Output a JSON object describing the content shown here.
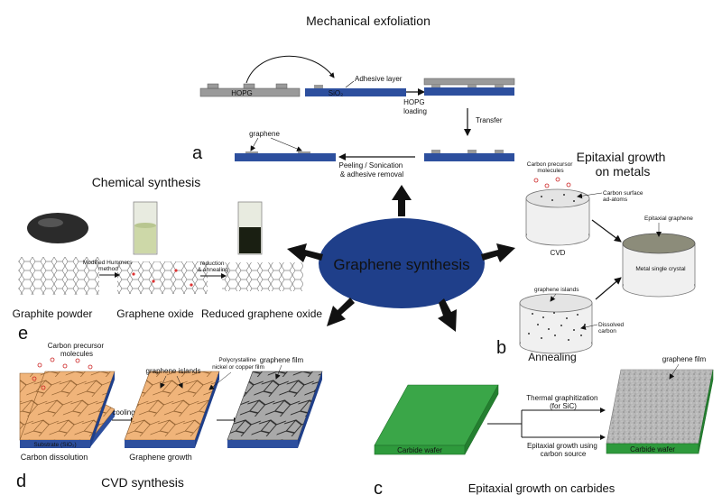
{
  "center": {
    "label": "Graphene synthesis"
  },
  "panel_letters": {
    "a": "a",
    "b": "b",
    "c": "c",
    "d": "d",
    "e": "e"
  },
  "exfoliation": {
    "title": "Mechanical exfoliation",
    "hopg": "HOPG",
    "sio2": "SiO₂",
    "adhesive_layer": "Adhesive layer",
    "hopg_loading": [
      "HOPG",
      "loading"
    ],
    "transfer": "Transfer",
    "graphene": "graphene",
    "peeling": [
      "Peeling / Sonication",
      "& adhesive removal"
    ]
  },
  "chemical": {
    "title": "Chemical synthesis",
    "modified_hummers": [
      "Modified Hummers",
      "method"
    ],
    "reduction": [
      "reduction",
      "& annealing"
    ],
    "graphite_powder": "Graphite powder",
    "graphene_oxide": "Graphene oxide",
    "reduced_graphene_oxide": "Reduced graphene oxide"
  },
  "epitaxial_metals": {
    "title": [
      "Epitaxial growth",
      "on metals"
    ],
    "carbon_precursor": [
      "Carbon precursor",
      "molecules"
    ],
    "carbon_surface": [
      "Carbon surface",
      "ad-atoms"
    ],
    "cvd": "CVD",
    "epitaxial_graphene": "Epitaxial graphene",
    "metal_single_crystal": "Metal single crystal",
    "graphene_islands": "graphene islands",
    "dissolved_carbon": [
      "Dissolved",
      "carbon"
    ],
    "annealing": "Annealing"
  },
  "cvd": {
    "title": "CVD synthesis",
    "carbon_precursor": [
      "Carbon precursor",
      "molecules"
    ],
    "graphene_islands": "graphene islands",
    "polycrystalline": [
      "Polycrystalline",
      "nickel or copper film"
    ],
    "graphene_film": "graphene film",
    "cooling": "cooling",
    "substrate": "Substrate (SiO₂)",
    "carbon_dissolution": "Carbon dissolution",
    "graphene_growth": "Graphene growth"
  },
  "carbides": {
    "title": "Epitaxial growth on carbides",
    "graphene_film": "graphene film",
    "carbide_wafer": "Carbide wafer",
    "thermal": [
      "Thermal graphitization",
      "(for SiC)"
    ],
    "epitaxial_growth": [
      "Epitaxial growth using",
      "carbon source"
    ]
  },
  "colors": {
    "navy": "#1f3f8a",
    "blue": "#2d4f9e",
    "gray": "#9a9a9a",
    "orange": "#f0b47a",
    "green": "#2e9a3c",
    "graphene_gray": "#a9a9a9"
  }
}
